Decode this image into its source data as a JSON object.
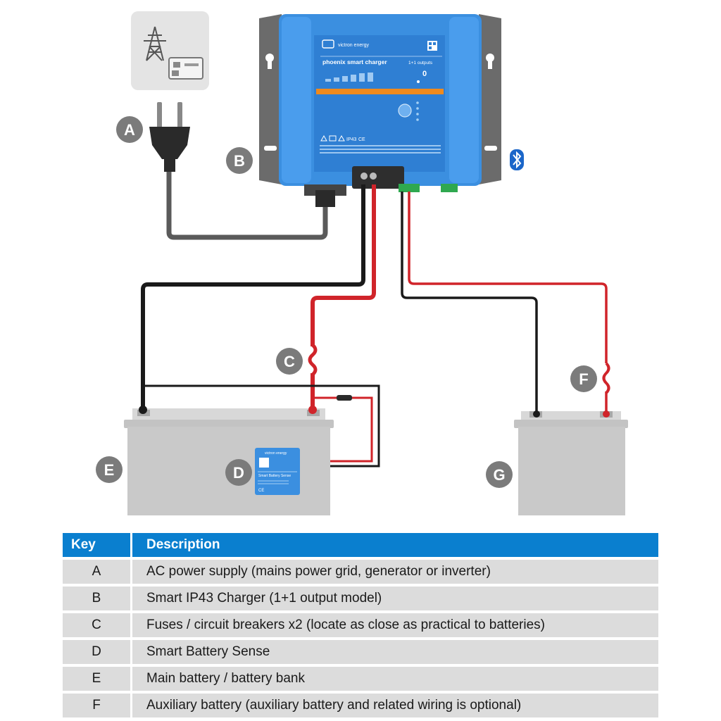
{
  "diagram": {
    "labels": {
      "A": "A",
      "B": "B",
      "C": "C",
      "D": "D",
      "E": "E",
      "F": "F",
      "G": "G"
    },
    "charger": {
      "brand": "victron energy",
      "model": "phoenix smart charger",
      "outputs": "1+1 outputs",
      "ip_rating": "IP43"
    },
    "sensor": {
      "brand": "victron energy",
      "title": "Smart Battery Sense"
    },
    "colors": {
      "charger_blue": "#3b8fe0",
      "wire_red": "#d0242a",
      "wire_black": "#1a1a1a",
      "battery_gray": "#c9c9c9",
      "label_gray": "#7b7b7b"
    },
    "icons": [
      "pylon-icon",
      "generator-icon",
      "plug-icon",
      "bluetooth-icon",
      "fuse-icon"
    ]
  },
  "table": {
    "headers": {
      "key": "Key",
      "description": "Description"
    },
    "rows": [
      {
        "key": "A",
        "description": "AC power supply (mains power grid, generator or inverter)"
      },
      {
        "key": "B",
        "description": "Smart IP43 Charger (1+1 output model)"
      },
      {
        "key": "C",
        "description": "Fuses / circuit breakers x2 (locate as close as practical to batteries)"
      },
      {
        "key": "D",
        "description": "Smart Battery Sense"
      },
      {
        "key": "E",
        "description": "Main battery / battery bank"
      },
      {
        "key": "F",
        "description": "Auxiliary battery (auxiliary battery and related wiring is optional)"
      }
    ]
  }
}
